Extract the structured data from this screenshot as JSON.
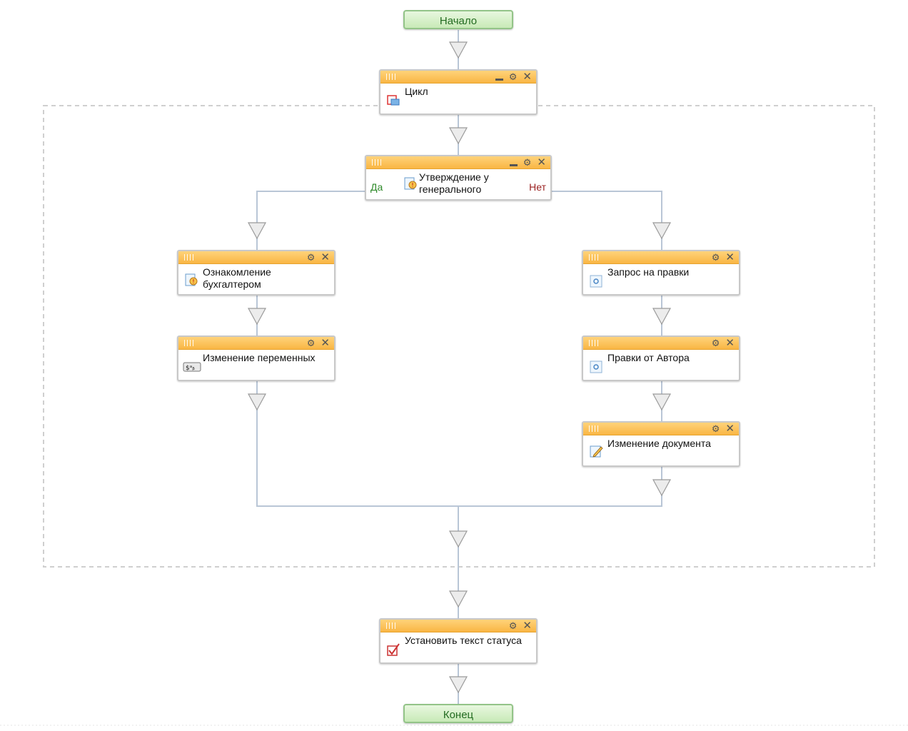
{
  "start": {
    "label": "Начало"
  },
  "end": {
    "label": "Конец"
  },
  "nodes": {
    "loop": {
      "title": "Цикл",
      "icon": "loop-icon"
    },
    "approve": {
      "title": "Утверждение у генерального директора",
      "icon": "approval-task-icon",
      "yes": "Да",
      "no": "Нет"
    },
    "acquaint": {
      "title": "Ознакомление бухгалтером",
      "icon": "approval-task-icon"
    },
    "vars": {
      "title": "Изменение переменных",
      "icon": "variables-icon"
    },
    "request": {
      "title": "Запрос на правки",
      "icon": "task-icon"
    },
    "edits": {
      "title": "Правки от Автора",
      "icon": "task-icon"
    },
    "docchange": {
      "title": "Изменение документа",
      "icon": "edit-document-icon"
    },
    "status": {
      "title": "Установить текст статуса",
      "icon": "checkbox-icon"
    }
  },
  "colors": {
    "connector": "#b9c6d6",
    "header": "#f9b644",
    "terminal_border": "#93c488",
    "arrow": "#dcdcdc"
  }
}
